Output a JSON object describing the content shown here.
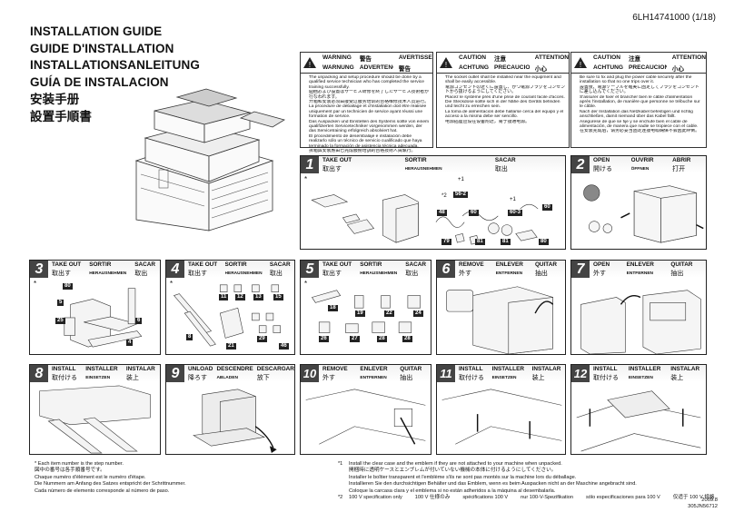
{
  "document_number": "6LH14741000 (1/18)",
  "titles": [
    "INSTALLATION GUIDE",
    "GUIDE D'INSTALLATION",
    "INSTALLATIONSANLEITUNG",
    "GUÍA DE INSTALACION",
    "安装手册",
    "設置手順書"
  ],
  "warning_box": {
    "headings": [
      "WARNING",
      "AVERTISSEMENT",
      "ADVERTENCIA",
      "警告",
      "WARNUNG",
      "警告"
    ],
    "items": [
      "The unpacking and setup procedure should be done by a qualified service technician who has completed the service training successfully.",
      "開梱および設置はサービス研修を終了したサービス技術者が行なわれます。",
      "开箱和安装必须由接受过服务培训的合格维修技术人员进行。",
      "La procédure de déballage et d'installation doit être réalisée uniquement par un technicien de service ayant réussi une formation de service.",
      "Das Auspacken und Einstellen des Systems sollte von einem qualifizierten Servicetechniker vorgenommen werden, der das Servicetraining erfolgreich absolviert hat.",
      "El procedimiento de desembalaje e instalación debe realizarlo sólo un técnico de servicio cualificado que haya terminado la formación de asistencia técnica adecuada.",
      "拆箱與安裝應由已完成服務培訓的合格技術人員執行。"
    ]
  },
  "caution_box_1": {
    "headings": [
      "CAUTION",
      "ATTENTION",
      "PRECAUCION",
      "注意",
      "ACHTUNG",
      "小心"
    ],
    "items": [
      "The socket outlet shall be installed near the equipment and shall be easily accessible.",
      "電源コンセントの近くに設置し、かつ電源プラグをコンセントから抜けるようにしてください。",
      "Placez le système près d'une prise de courant facile d'accès.",
      "Die Steckdose sollte sich in der Nähe des Geräts befinden und leicht zu erreichen sein.",
      "La toma de alimentación debe hallarse cerca del equipo y el acceso a la misma debe ser sencillo.",
      "电源插座应设在设备附近，易于接通电源。"
    ]
  },
  "caution_box_2": {
    "headings": [
      "CAUTION",
      "ATTENTION",
      "PRECAUCION",
      "注意",
      "ACHTUNG",
      "小心"
    ],
    "items": [
      "Be sure to fix and plug the power cable securely after the installation so that no one trips over it.",
      "設置後、電源ケーブルを確実に固定してプラグをコンセントに差し込んでください。",
      "S'assurer de fixer et brancher bien le câble d'alimentation après l'installation, de manière que personne ne trébuche sur le câble.",
      "Nach der Installation das Netzkabel befestigen und richtig anschließen, damit niemand über das Kabel fällt.",
      "Asegúrese de que se fije y se enchufe bien el cable de alimentación, de manera que nadie se tropiece con el cable.",
      "在安装完成后，请务必妥当固定连接电缆确保不会因此绊倒。"
    ]
  },
  "steps": [
    {
      "number": "1",
      "labels": [
        "TAKE OUT",
        "取出す",
        "SORTIR",
        "HERAUSNEHMEN",
        "SACAR",
        "取出"
      ]
    },
    {
      "number": "2",
      "labels": [
        "OPEN",
        "開ける",
        "OUVRIR",
        "ÖFFNEN",
        "ABRIR",
        "打开"
      ]
    },
    {
      "number": "3",
      "labels": [
        "TAKE OUT",
        "取出す",
        "SORTIR",
        "HERAUSNEHMEN",
        "SACAR",
        "取出"
      ]
    },
    {
      "number": "4",
      "labels": [
        "TAKE OUT",
        "取出す",
        "SORTIR",
        "HERAUSNEHMEN",
        "SACAR",
        "取出"
      ]
    },
    {
      "number": "5",
      "labels": [
        "TAKE OUT",
        "取出す",
        "SORTIR",
        "HERAUSNEHMEN",
        "SACAR",
        "取出"
      ]
    },
    {
      "number": "6",
      "labels": [
        "REMOVE",
        "外す",
        "ENLEVER",
        "ENTFERNEN",
        "QUITAR",
        "抽出"
      ]
    },
    {
      "number": "7",
      "labels": [
        "OPEN",
        "外す",
        "ENLEVER",
        "ENTFERNEN",
        "QUITAR",
        "抽出"
      ]
    },
    {
      "number": "8",
      "labels": [
        "INSTALL",
        "取付ける",
        "INSTALLER",
        "EINSETZEN",
        "INSTALAR",
        "装上"
      ]
    },
    {
      "number": "9",
      "labels": [
        "UNLOAD",
        "降ろす",
        "DESCENDRE",
        "ABLADEN",
        "DESCARGAR",
        "放下"
      ]
    },
    {
      "number": "10",
      "labels": [
        "REMOVE",
        "外す",
        "ENLEVER",
        "ENTFERNEN",
        "QUITAR",
        "抽出"
      ]
    },
    {
      "number": "11",
      "labels": [
        "INSTALL",
        "取付ける",
        "INSTALLER",
        "EINSETZEN",
        "INSTALAR",
        "装上"
      ]
    },
    {
      "number": "12",
      "labels": [
        "INSTALL",
        "取付ける",
        "INSTALLER",
        "EINSETZEN",
        "INSTALAR",
        "装上"
      ]
    }
  ],
  "step1_parts": [
    "*",
    "+1",
    "*2",
    "56-2",
    "48",
    "60",
    "+1",
    "60-3",
    "60",
    "79",
    "81",
    "81",
    "80"
  ],
  "step3_parts": [
    "*",
    "80",
    "5",
    "25",
    "6",
    "4"
  ],
  "step4_parts": [
    "*",
    "11",
    "12",
    "13",
    "15",
    "8",
    "21",
    "29",
    "46"
  ],
  "step5_parts": [
    "*",
    "18",
    "19",
    "22",
    "24",
    "26",
    "27",
    "28",
    "28"
  ],
  "footnote_left": [
    "* Each item number is the step number.",
    "図中の番号は各手順番号です。",
    "Chaque numéro d'élément est le numéro d'étape.",
    "Die Nummern am Anfang des Satzes entspricht der Schrittnummer.",
    "Cada número de elemento corresponde al número de paso."
  ],
  "footnote_right": {
    "note1_mark": "*1",
    "note1_lines": [
      "Install the clear case and the emblem if they are not attached to your machine when unpacked.",
      "開梱時に透明ケースとエンブレムが付いていない機械の本体に付けるようにしてください。",
      "Installer le boîtier transparent et l'emblème s'ils ne sont pas montés sur la machine lors du déballage.",
      "Installieren Sie den durchsichtigen Behälter und das Emblem, wenn es beim Auspacken nicht an der Maschine angebracht sind.",
      "Coloque la carcasa clara y el emblema si no están adheridos a la máquina al desembalarla."
    ],
    "note2_mark": "*2",
    "note2_items": [
      "100 V specification only",
      "100 V 仕様のみ",
      "spécifications 100 V",
      "nur 100-V-Spezifikation",
      "sólo especificaciones para 100 V",
      "仅适于 100 V 规格"
    ]
  },
  "date_codes": [
    "2009.8",
    "305JN56712"
  ]
}
